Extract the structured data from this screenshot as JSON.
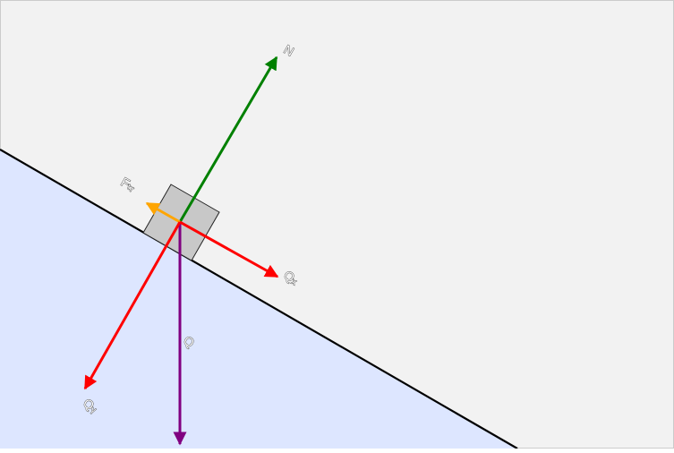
{
  "diagram": {
    "colors": {
      "background": "#f2f2f2",
      "frame": "#cccccc",
      "incline_fill": "#dde6ff",
      "incline_line": "#000000",
      "block_fill": "#c8c8c8",
      "block_stroke": "#222222",
      "normal_force": "#008000",
      "friction_force": "#ffa500",
      "weight": "#800080",
      "weight_components": "#ff0000"
    },
    "labels": {
      "normal": "N",
      "friction": "Fₜᵣ",
      "weight": "Q",
      "weight_parallel": "Qₓ",
      "weight_perpendicular": "Qᵧ"
    }
  }
}
